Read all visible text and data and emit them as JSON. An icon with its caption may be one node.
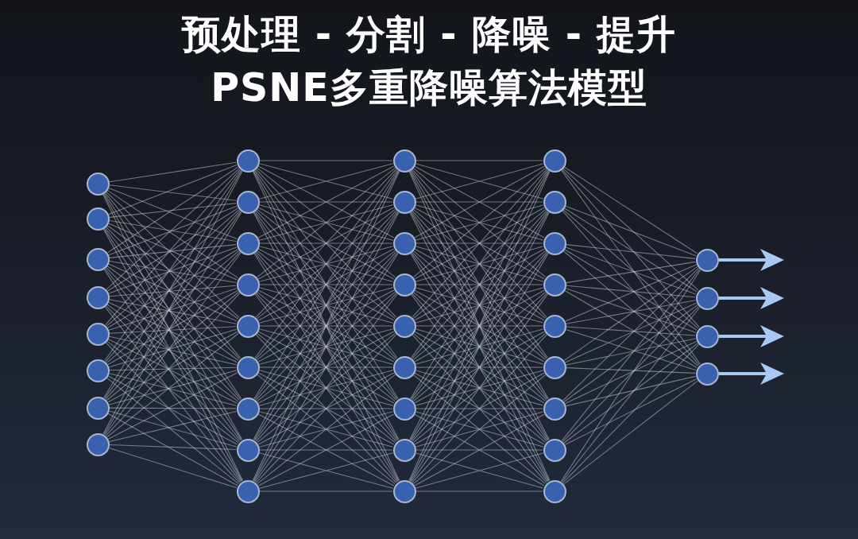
{
  "diagram": {
    "title": "预处理 - 分割 - 降噪 - 提升",
    "nodes": [
      {
        "text": [],
        "shape": "circle"
      },
      {
        "text": [],
        "shape": "circle"
      },
      {
        "text": [],
        "shape": "circle"
      },
      {
        "text": [],
        "shape": "circle"
      },
      {
        "text": [],
        "shape": "circle"
      },
      {
        "text": [],
        "shape": "circle"
      },
      {
        "text": [],
        "shape": "circle"
      },
      {
        "text": [],
        "shape": "circle"
      },
      {
        "text": [],
        "shape": "circle"
      },
      {
        "text": [],
        "shape": "circle"
      },
      {
        "text": [],
        "shape": "circle"
      },
      {
        "text": [],
        "shape": "circle"
      },
      {
        "text": [],
        "shape": "circle"
      },
      {
        "text": [],
        "shape": "circle"
      },
      {
        "text": [],
        "shape": "circle"
      },
      {
        "text": [],
        "shape": "circle"
      },
      {
        "text": [],
        "shape": "circle"
      },
      {
        "text": [],
        "shape": "circle"
      },
      {
        "text": [],
        "shape": "circle"
      },
      {
        "text": [],
        "shape": "circle"
      },
      {
        "text": [],
        "shape": "circle"
      },
      {
        "text": [],
        "shape": "circle"
      },
      {
        "text": [],
        "shape": "circle"
      },
      {
        "text": [],
        "shape": "circle"
      },
      {
        "text": [],
        "shape": "circle"
      },
      {
        "text": [],
        "shape": "circle"
      },
      {
        "text": [],
        "shape": "circle"
      },
      {
        "text": [],
        "shape": "circle"
      },
      {
        "text": [],
        "shape": "circle"
      },
      {
        "text": [],
        "shape": "circle"
      },
      {
        "text": [],
        "shape": "circle"
      },
      {
        "text": [],
        "shape": "circle"
      },
      {
        "text": [],
        "shape": "circle"
      },
      {
        "text": [],
        "shape": "circle"
      },
      {
        "text": [],
        "shape": "circle"
      },
      {
        "text": [],
        "shape": "circle"
      },
      {
        "text": [],
        "shape": "circle"
      },
      {
        "text": [],
        "shape": "circle"
      },
      {
        "text": [],
        "shape": "circle"
      }
    ],
    "edges": [
      {
        "from": 0,
        "to": 8,
        "arrow": "none"
      },
      {
        "from": 0,
        "to": 9,
        "arrow": "none"
      },
      {
        "from": 0,
        "to": 10,
        "arrow": "none"
      },
      {
        "from": 0,
        "to": 11,
        "arrow": "none"
      },
      {
        "from": 0,
        "to": 12,
        "arrow": "none"
      },
      {
        "from": 0,
        "to": 13,
        "arrow": "none"
      },
      {
        "from": 0,
        "to": 14,
        "arrow": "none"
      },
      {
        "from": 0,
        "to": 15,
        "arrow": "none"
      },
      {
        "from": 0,
        "to": 16,
        "arrow": "none"
      },
      {
        "from": 1,
        "to": 8,
        "arrow": "none"
      },
      {
        "from": 1,
        "to": 9,
        "arrow": "none"
      },
      {
        "from": 1,
        "to": 10,
        "arrow": "none"
      },
      {
        "from": 1,
        "to": 11,
        "arrow": "none"
      },
      {
        "from": 1,
        "to": 12,
        "arrow": "none"
      },
      {
        "from": 1,
        "to": 13,
        "arrow": "none"
      },
      {
        "from": 1,
        "to": 14,
        "arrow": "none"
      },
      {
        "from": 1,
        "to": 15,
        "arrow": "none"
      },
      {
        "from": 1,
        "to": 16,
        "arrow": "none"
      },
      {
        "from": 2,
        "to": 8,
        "arrow": "none"
      },
      {
        "from": 2,
        "to": 9,
        "arrow": "none"
      },
      {
        "from": 2,
        "to": 10,
        "arrow": "none"
      },
      {
        "from": 2,
        "to": 11,
        "arrow": "none"
      },
      {
        "from": 2,
        "to": 12,
        "arrow": "none"
      },
      {
        "from": 2,
        "to": 13,
        "arrow": "none"
      },
      {
        "from": 2,
        "to": 14,
        "arrow": "none"
      },
      {
        "from": 2,
        "to": 15,
        "arrow": "none"
      },
      {
        "from": 2,
        "to": 16,
        "arrow": "none"
      },
      {
        "from": 3,
        "to": 8,
        "arrow": "none"
      },
      {
        "from": 3,
        "to": 9,
        "arrow": "none"
      },
      {
        "from": 3,
        "to": 10,
        "arrow": "none"
      },
      {
        "from": 3,
        "to": 11,
        "arrow": "none"
      },
      {
        "from": 3,
        "to": 12,
        "arrow": "none"
      },
      {
        "from": 3,
        "to": 13,
        "arrow": "none"
      },
      {
        "from": 3,
        "to": 14,
        "arrow": "none"
      },
      {
        "from": 3,
        "to": 15,
        "arrow": "none"
      },
      {
        "from": 3,
        "to": 16,
        "arrow": "none"
      },
      {
        "from": 4,
        "to": 8,
        "arrow": "none"
      },
      {
        "from": 4,
        "to": 9,
        "arrow": "none"
      },
      {
        "from": 4,
        "to": 10,
        "arrow": "none"
      },
      {
        "from": 4,
        "to": 11,
        "arrow": "none"
      },
      {
        "from": 4,
        "to": 12,
        "arrow": "none"
      },
      {
        "from": 4,
        "to": 13,
        "arrow": "none"
      },
      {
        "from": 4,
        "to": 14,
        "arrow": "none"
      },
      {
        "from": 4,
        "to": 15,
        "arrow": "none"
      },
      {
        "from": 4,
        "to": 16,
        "arrow": "none"
      },
      {
        "from": 5,
        "to": 8,
        "arrow": "none"
      },
      {
        "from": 5,
        "to": 9,
        "arrow": "none"
      },
      {
        "from": 5,
        "to": 10,
        "arrow": "none"
      },
      {
        "from": 5,
        "to": 11,
        "arrow": "none"
      },
      {
        "from": 5,
        "to": 12,
        "arrow": "none"
      },
      {
        "from": 5,
        "to": 13,
        "arrow": "none"
      },
      {
        "from": 5,
        "to": 14,
        "arrow": "none"
      },
      {
        "from": 5,
        "to": 15,
        "arrow": "none"
      },
      {
        "from": 5,
        "to": 16,
        "arrow": "none"
      },
      {
        "from": 6,
        "to": 8,
        "arrow": "none"
      },
      {
        "from": 6,
        "to": 9,
        "arrow": "none"
      },
      {
        "from": 6,
        "to": 10,
        "arrow": "none"
      },
      {
        "from": 6,
        "to": 11,
        "arrow": "none"
      },
      {
        "from": 6,
        "to": 12,
        "arrow": "none"
      },
      {
        "from": 6,
        "to": 13,
        "arrow": "none"
      },
      {
        "from": 6,
        "to": 14,
        "arrow": "none"
      },
      {
        "from": 6,
        "to": 15,
        "arrow": "none"
      },
      {
        "from": 6,
        "to": 16,
        "arrow": "none"
      },
      {
        "from": 7,
        "to": 8,
        "arrow": "none"
      },
      {
        "from": 7,
        "to": 9,
        "arrow": "none"
      },
      {
        "from": 7,
        "to": 10,
        "arrow": "none"
      },
      {
        "from": 7,
        "to": 11,
        "arrow": "none"
      },
      {
        "from": 7,
        "to": 12,
        "arrow": "none"
      },
      {
        "from": 7,
        "to": 13,
        "arrow": "none"
      },
      {
        "from": 7,
        "to": 14,
        "arrow": "none"
      },
      {
        "from": 7,
        "to": 15,
        "arrow": "none"
      },
      {
        "from": 7,
        "to": 16,
        "arrow": "none"
      },
      {
        "from": 8,
        "to": 17,
        "arrow": "none"
      },
      {
        "from": 8,
        "to": 18,
        "arrow": "none"
      },
      {
        "from": 8,
        "to": 19,
        "arrow": "none"
      },
      {
        "from": 8,
        "to": 20,
        "arrow": "none"
      },
      {
        "from": 8,
        "to": 21,
        "arrow": "none"
      },
      {
        "from": 8,
        "to": 22,
        "arrow": "none"
      },
      {
        "from": 8,
        "to": 23,
        "arrow": "none"
      },
      {
        "from": 8,
        "to": 24,
        "arrow": "none"
      },
      {
        "from": 8,
        "to": 25,
        "arrow": "none"
      },
      {
        "from": 9,
        "to": 17,
        "arrow": "none"
      },
      {
        "from": 9,
        "to": 18,
        "arrow": "none"
      },
      {
        "from": 9,
        "to": 19,
        "arrow": "none"
      },
      {
        "from": 9,
        "to": 20,
        "arrow": "none"
      },
      {
        "from": 9,
        "to": 21,
        "arrow": "none"
      },
      {
        "from": 9,
        "to": 22,
        "arrow": "none"
      },
      {
        "from": 9,
        "to": 23,
        "arrow": "none"
      },
      {
        "from": 9,
        "to": 24,
        "arrow": "none"
      },
      {
        "from": 9,
        "to": 25,
        "arrow": "none"
      },
      {
        "from": 10,
        "to": 17,
        "arrow": "none"
      },
      {
        "from": 10,
        "to": 18,
        "arrow": "none"
      },
      {
        "from": 10,
        "to": 19,
        "arrow": "none"
      },
      {
        "from": 10,
        "to": 20,
        "arrow": "none"
      },
      {
        "from": 10,
        "to": 21,
        "arrow": "none"
      },
      {
        "from": 10,
        "to": 22,
        "arrow": "none"
      },
      {
        "from": 10,
        "to": 23,
        "arrow": "none"
      },
      {
        "from": 10,
        "to": 24,
        "arrow": "none"
      },
      {
        "from": 10,
        "to": 25,
        "arrow": "none"
      },
      {
        "from": 11,
        "to": 17,
        "arrow": "none"
      },
      {
        "from": 11,
        "to": 18,
        "arrow": "none"
      },
      {
        "from": 11,
        "to": 19,
        "arrow": "none"
      },
      {
        "from": 11,
        "to": 20,
        "arrow": "none"
      },
      {
        "from": 11,
        "to": 21,
        "arrow": "none"
      },
      {
        "from": 11,
        "to": 22,
        "arrow": "none"
      },
      {
        "from": 11,
        "to": 23,
        "arrow": "none"
      },
      {
        "from": 11,
        "to": 24,
        "arrow": "none"
      },
      {
        "from": 11,
        "to": 25,
        "arrow": "none"
      },
      {
        "from": 12,
        "to": 17,
        "arrow": "none"
      },
      {
        "from": 12,
        "to": 18,
        "arrow": "none"
      },
      {
        "from": 12,
        "to": 19,
        "arrow": "none"
      },
      {
        "from": 12,
        "to": 20,
        "arrow": "none"
      },
      {
        "from": 12,
        "to": 21,
        "arrow": "none"
      },
      {
        "from": 12,
        "to": 22,
        "arrow": "none"
      },
      {
        "from": 12,
        "to": 23,
        "arrow": "none"
      },
      {
        "from": 12,
        "to": 24,
        "arrow": "none"
      },
      {
        "from": 12,
        "to": 25,
        "arrow": "none"
      },
      {
        "from": 13,
        "to": 17,
        "arrow": "none"
      },
      {
        "from": 13,
        "to": 18,
        "arrow": "none"
      },
      {
        "from": 13,
        "to": 19,
        "arrow": "none"
      },
      {
        "from": 13,
        "to": 20,
        "arrow": "none"
      },
      {
        "from": 13,
        "to": 21,
        "arrow": "none"
      },
      {
        "from": 13,
        "to": 22,
        "arrow": "none"
      },
      {
        "from": 13,
        "to": 23,
        "arrow": "none"
      },
      {
        "from": 13,
        "to": 24,
        "arrow": "none"
      },
      {
        "from": 13,
        "to": 25,
        "arrow": "none"
      },
      {
        "from": 14,
        "to": 17,
        "arrow": "none"
      },
      {
        "from": 14,
        "to": 18,
        "arrow": "none"
      },
      {
        "from": 14,
        "to": 19,
        "arrow": "none"
      },
      {
        "from": 14,
        "to": 20,
        "arrow": "none"
      },
      {
        "from": 14,
        "to": 21,
        "arrow": "none"
      },
      {
        "from": 14,
        "to": 22,
        "arrow": "none"
      },
      {
        "from": 14,
        "to": 23,
        "arrow": "none"
      },
      {
        "from": 14,
        "to": 24,
        "arrow": "none"
      },
      {
        "from": 14,
        "to": 25,
        "arrow": "none"
      },
      {
        "from": 15,
        "to": 17,
        "arrow": "none"
      },
      {
        "from": 15,
        "to": 18,
        "arrow": "none"
      },
      {
        "from": 15,
        "to": 19,
        "arrow": "none"
      },
      {
        "from": 15,
        "to": 20,
        "arrow": "none"
      },
      {
        "from": 15,
        "to": 21,
        "arrow": "none"
      },
      {
        "from": 15,
        "to": 22,
        "arrow": "none"
      },
      {
        "from": 15,
        "to": 23,
        "arrow": "none"
      },
      {
        "from": 15,
        "to": 24,
        "arrow": "none"
      },
      {
        "from": 15,
        "to": 25,
        "arrow": "none"
      },
      {
        "from": 16,
        "to": 17,
        "arrow": "none"
      },
      {
        "from": 16,
        "to": 18,
        "arrow": "none"
      },
      {
        "from": 16,
        "to": 19,
        "arrow": "none"
      },
      {
        "from": 16,
        "to": 20,
        "arrow": "none"
      },
      {
        "from": 16,
        "to": 21,
        "arrow": "none"
      },
      {
        "from": 16,
        "to": 22,
        "arrow": "none"
      },
      {
        "from": 16,
        "to": 23,
        "arrow": "none"
      },
      {
        "from": 16,
        "to": 24,
        "arrow": "none"
      },
      {
        "from": 16,
        "to": 25,
        "arrow": "none"
      },
      {
        "from": 17,
        "to": 26,
        "arrow": "none"
      },
      {
        "from": 17,
        "to": 27,
        "arrow": "none"
      },
      {
        "from": 17,
        "to": 28,
        "arrow": "none"
      },
      {
        "from": 17,
        "to": 29,
        "arrow": "none"
      },
      {
        "from": 17,
        "to": 30,
        "arrow": "none"
      },
      {
        "from": 17,
        "to": 31,
        "arrow": "none"
      },
      {
        "from": 17,
        "to": 32,
        "arrow": "none"
      },
      {
        "from": 17,
        "to": 33,
        "arrow": "none"
      },
      {
        "from": 17,
        "to": 34,
        "arrow": "none"
      },
      {
        "from": 18,
        "to": 26,
        "arrow": "none"
      },
      {
        "from": 18,
        "to": 27,
        "arrow": "none"
      },
      {
        "from": 18,
        "to": 28,
        "arrow": "none"
      },
      {
        "from": 18,
        "to": 29,
        "arrow": "none"
      },
      {
        "from": 18,
        "to": 30,
        "arrow": "none"
      },
      {
        "from": 18,
        "to": 31,
        "arrow": "none"
      },
      {
        "from": 18,
        "to": 32,
        "arrow": "none"
      },
      {
        "from": 18,
        "to": 33,
        "arrow": "none"
      },
      {
        "from": 18,
        "to": 34,
        "arrow": "none"
      },
      {
        "from": 19,
        "to": 26,
        "arrow": "none"
      },
      {
        "from": 19,
        "to": 27,
        "arrow": "none"
      },
      {
        "from": 19,
        "to": 28,
        "arrow": "none"
      },
      {
        "from": 19,
        "to": 29,
        "arrow": "none"
      },
      {
        "from": 19,
        "to": 30,
        "arrow": "none"
      },
      {
        "from": 19,
        "to": 31,
        "arrow": "none"
      },
      {
        "from": 19,
        "to": 32,
        "arrow": "none"
      },
      {
        "from": 19,
        "to": 33,
        "arrow": "none"
      },
      {
        "from": 19,
        "to": 34,
        "arrow": "none"
      },
      {
        "from": 20,
        "to": 26,
        "arrow": "none"
      },
      {
        "from": 20,
        "to": 27,
        "arrow": "none"
      },
      {
        "from": 20,
        "to": 28,
        "arrow": "none"
      },
      {
        "from": 20,
        "to": 29,
        "arrow": "none"
      },
      {
        "from": 20,
        "to": 30,
        "arrow": "none"
      },
      {
        "from": 20,
        "to": 31,
        "arrow": "none"
      },
      {
        "from": 20,
        "to": 32,
        "arrow": "none"
      },
      {
        "from": 20,
        "to": 33,
        "arrow": "none"
      },
      {
        "from": 20,
        "to": 34,
        "arrow": "none"
      },
      {
        "from": 21,
        "to": 26,
        "arrow": "none"
      },
      {
        "from": 21,
        "to": 27,
        "arrow": "none"
      },
      {
        "from": 21,
        "to": 28,
        "arrow": "none"
      },
      {
        "from": 21,
        "to": 29,
        "arrow": "none"
      },
      {
        "from": 21,
        "to": 30,
        "arrow": "none"
      },
      {
        "from": 21,
        "to": 31,
        "arrow": "none"
      },
      {
        "from": 21,
        "to": 32,
        "arrow": "none"
      },
      {
        "from": 21,
        "to": 33,
        "arrow": "none"
      },
      {
        "from": 21,
        "to": 34,
        "arrow": "none"
      },
      {
        "from": 22,
        "to": 26,
        "arrow": "none"
      },
      {
        "from": 22,
        "to": 27,
        "arrow": "none"
      },
      {
        "from": 22,
        "to": 28,
        "arrow": "none"
      },
      {
        "from": 22,
        "to": 29,
        "arrow": "none"
      },
      {
        "from": 22,
        "to": 30,
        "arrow": "none"
      },
      {
        "from": 22,
        "to": 31,
        "arrow": "none"
      },
      {
        "from": 22,
        "to": 32,
        "arrow": "none"
      },
      {
        "from": 22,
        "to": 33,
        "arrow": "none"
      },
      {
        "from": 22,
        "to": 34,
        "arrow": "none"
      },
      {
        "from": 23,
        "to": 26,
        "arrow": "none"
      },
      {
        "from": 23,
        "to": 27,
        "arrow": "none"
      },
      {
        "from": 23,
        "to": 28,
        "arrow": "none"
      },
      {
        "from": 23,
        "to": 29,
        "arrow": "none"
      },
      {
        "from": 23,
        "to": 30,
        "arrow": "none"
      },
      {
        "from": 23,
        "to": 31,
        "arrow": "none"
      },
      {
        "from": 23,
        "to": 32,
        "arrow": "none"
      },
      {
        "from": 23,
        "to": 33,
        "arrow": "none"
      },
      {
        "from": 23,
        "to": 34,
        "arrow": "none"
      },
      {
        "from": 24,
        "to": 26,
        "arrow": "none"
      },
      {
        "from": 24,
        "to": 27,
        "arrow": "none"
      },
      {
        "from": 24,
        "to": 28,
        "arrow": "none"
      },
      {
        "from": 24,
        "to": 29,
        "arrow": "none"
      },
      {
        "from": 24,
        "to": 30,
        "arrow": "none"
      },
      {
        "from": 24,
        "to": 31,
        "arrow": "none"
      },
      {
        "from": 24,
        "to": 32,
        "arrow": "none"
      },
      {
        "from": 24,
        "to": 33,
        "arrow": "none"
      },
      {
        "from": 24,
        "to": 34,
        "arrow": "none"
      },
      {
        "from": 25,
        "to": 26,
        "arrow": "none"
      },
      {
        "from": 25,
        "to": 27,
        "arrow": "none"
      },
      {
        "from": 25,
        "to": 28,
        "arrow": "none"
      },
      {
        "from": 25,
        "to": 29,
        "arrow": "none"
      },
      {
        "from": 25,
        "to": 30,
        "arrow": "none"
      },
      {
        "from": 25,
        "to": 31,
        "arrow": "none"
      },
      {
        "from": 25,
        "to": 32,
        "arrow": "none"
      },
      {
        "from": 25,
        "to": 33,
        "arrow": "none"
      },
      {
        "from": 25,
        "to": 34,
        "arrow": "none"
      },
      {
        "from": 26,
        "to": 35,
        "arrow": "none"
      },
      {
        "from": 26,
        "to": 36,
        "arrow": "none"
      },
      {
        "from": 26,
        "to": 37,
        "arrow": "none"
      },
      {
        "from": 26,
        "to": 38,
        "arrow": "none"
      },
      {
        "from": 27,
        "to": 35,
        "arrow": "none"
      },
      {
        "from": 27,
        "to": 36,
        "arrow": "none"
      },
      {
        "from": 27,
        "to": 37,
        "arrow": "none"
      },
      {
        "from": 27,
        "to": 38,
        "arrow": "none"
      },
      {
        "from": 28,
        "to": 35,
        "arrow": "none"
      },
      {
        "from": 28,
        "to": 36,
        "arrow": "none"
      },
      {
        "from": 28,
        "to": 37,
        "arrow": "none"
      },
      {
        "from": 28,
        "to": 38,
        "arrow": "none"
      },
      {
        "from": 29,
        "to": 35,
        "arrow": "none"
      },
      {
        "from": 29,
        "to": 36,
        "arrow": "none"
      },
      {
        "from": 29,
        "to": 37,
        "arrow": "none"
      },
      {
        "from": 29,
        "to": 38,
        "arrow": "none"
      },
      {
        "from": 30,
        "to": 35,
        "arrow": "none"
      },
      {
        "from": 30,
        "to": 36,
        "arrow": "none"
      },
      {
        "from": 30,
        "to": 37,
        "arrow": "none"
      },
      {
        "from": 30,
        "to": 38,
        "arrow": "none"
      },
      {
        "from": 31,
        "to": 35,
        "arrow": "none"
      },
      {
        "from": 31,
        "to": 36,
        "arrow": "none"
      },
      {
        "from": 31,
        "to": 37,
        "arrow": "none"
      },
      {
        "from": 31,
        "to": 38,
        "arrow": "none"
      },
      {
        "from": 32,
        "to": 35,
        "arrow": "none"
      },
      {
        "from": 32,
        "to": 36,
        "arrow": "none"
      },
      {
        "from": 32,
        "to": 37,
        "arrow": "none"
      },
      {
        "from": 32,
        "to": 38,
        "arrow": "none"
      },
      {
        "from": 33,
        "to": 35,
        "arrow": "none"
      },
      {
        "from": 33,
        "to": 36,
        "arrow": "none"
      },
      {
        "from": 33,
        "to": 37,
        "arrow": "none"
      },
      {
        "from": 33,
        "to": 38,
        "arrow": "none"
      },
      {
        "from": 34,
        "to": 35,
        "arrow": "none"
      },
      {
        "from": 34,
        "to": 36,
        "arrow": "none"
      },
      {
        "from": 34,
        "to": 37,
        "arrow": "none"
      },
      {
        "from": 34,
        "to": 38,
        "arrow": "none"
      },
      {
        "from": 35,
        "to": null,
        "arrow": "to",
        "style": "thick",
        "color": "#a9c8f2"
      },
      {
        "from": 36,
        "to": null,
        "arrow": "to",
        "style": "thick",
        "color": "#a9c8f2"
      },
      {
        "from": 37,
        "to": null,
        "arrow": "to",
        "style": "thick",
        "color": "#a9c8f2"
      },
      {
        "from": 38,
        "to": null,
        "arrow": "to",
        "style": "thick",
        "color": "#a9c8f2"
      }
    ],
    "labels": [
      "PSNE多重降噪算法模型"
    ]
  }
}
